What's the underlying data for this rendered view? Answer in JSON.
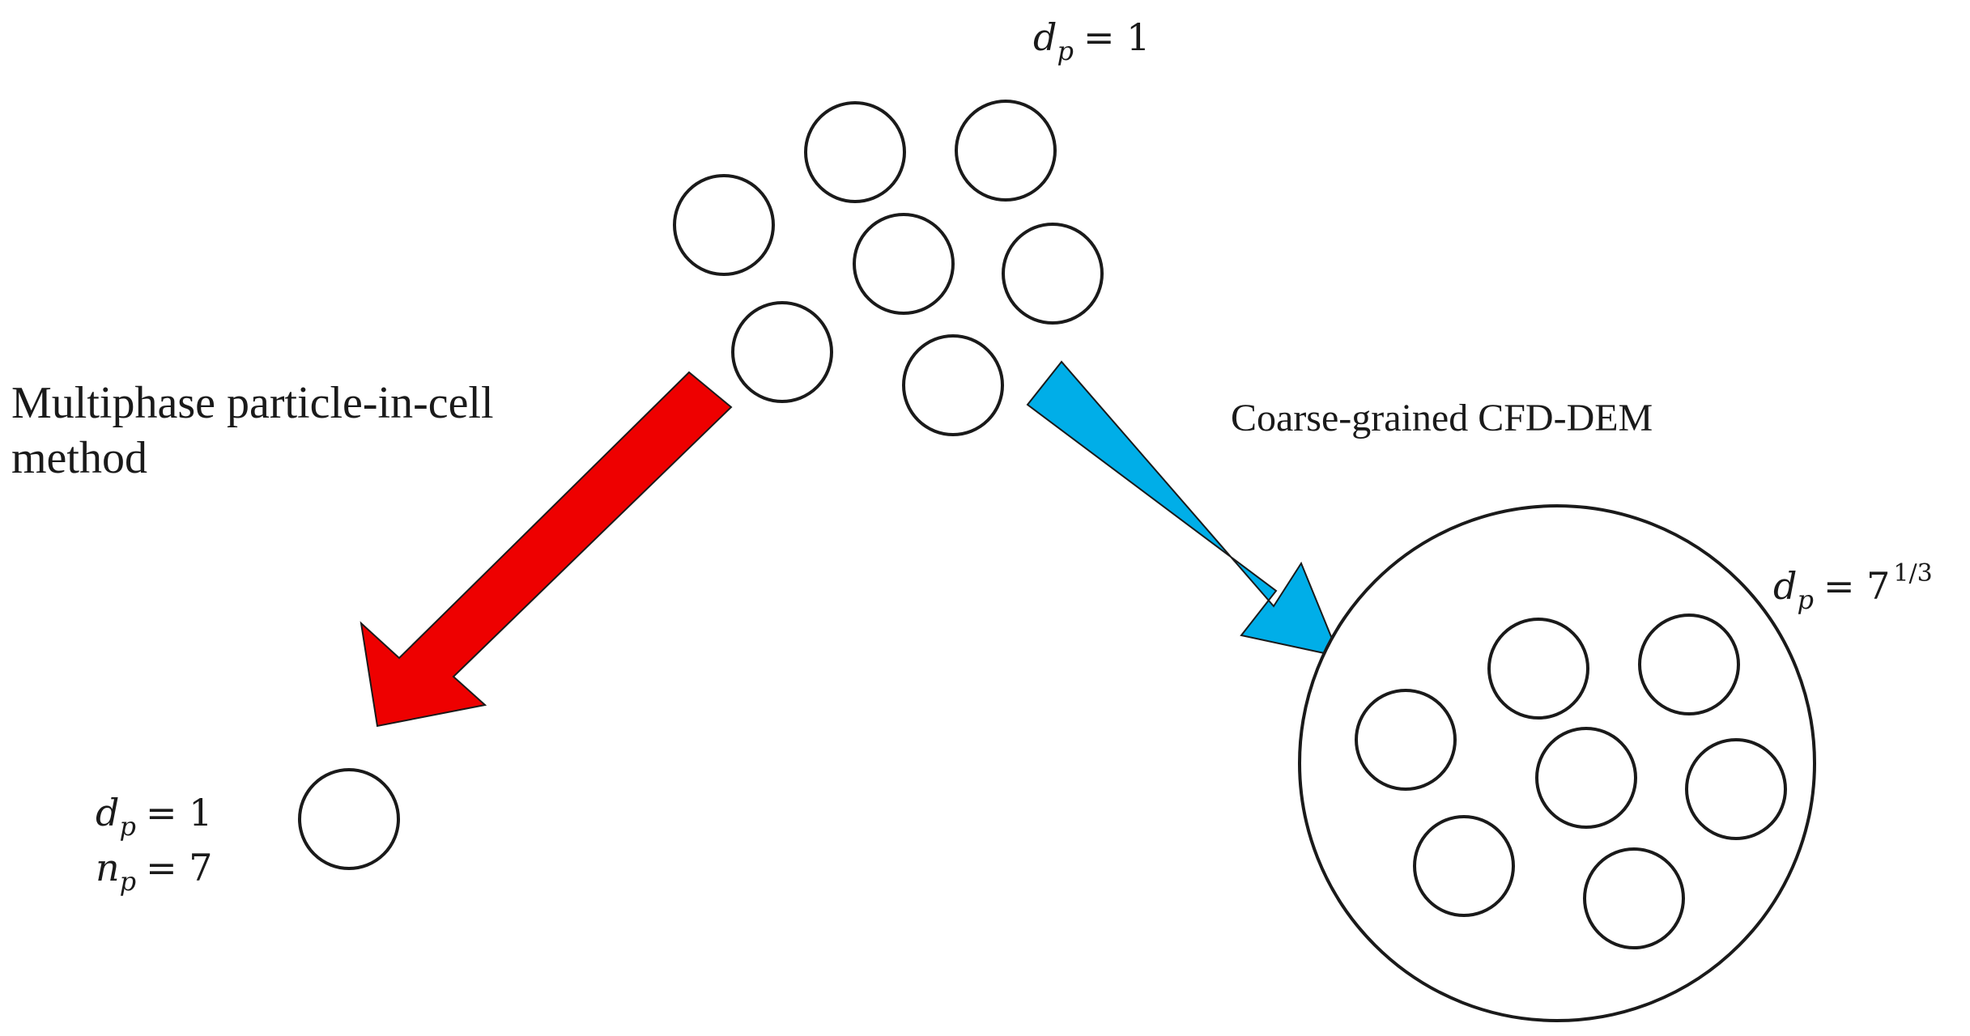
{
  "method_left": {
    "line1": "Multiphase particle-in-cell",
    "line2": "method"
  },
  "method_right": "Coarse-grained CFD-DEM",
  "top_group": {
    "dp_var": "d",
    "dp_sub": "p",
    "dp_eq": "= 1",
    "particle_count": 7
  },
  "left_result": {
    "dp_var": "d",
    "dp_sub": "p",
    "dp_eq": "= 1",
    "np_var": "n",
    "np_sub": "p",
    "np_eq": "= 7"
  },
  "right_result": {
    "dp_var": "d",
    "dp_sub": "p",
    "dp_eq": "= 7",
    "dp_exp": "1/3",
    "inner_particle_count": 7
  },
  "colors": {
    "left_arrow": "#ee0000",
    "right_arrow": "#00aee8",
    "outline": "#1a1a1a"
  }
}
